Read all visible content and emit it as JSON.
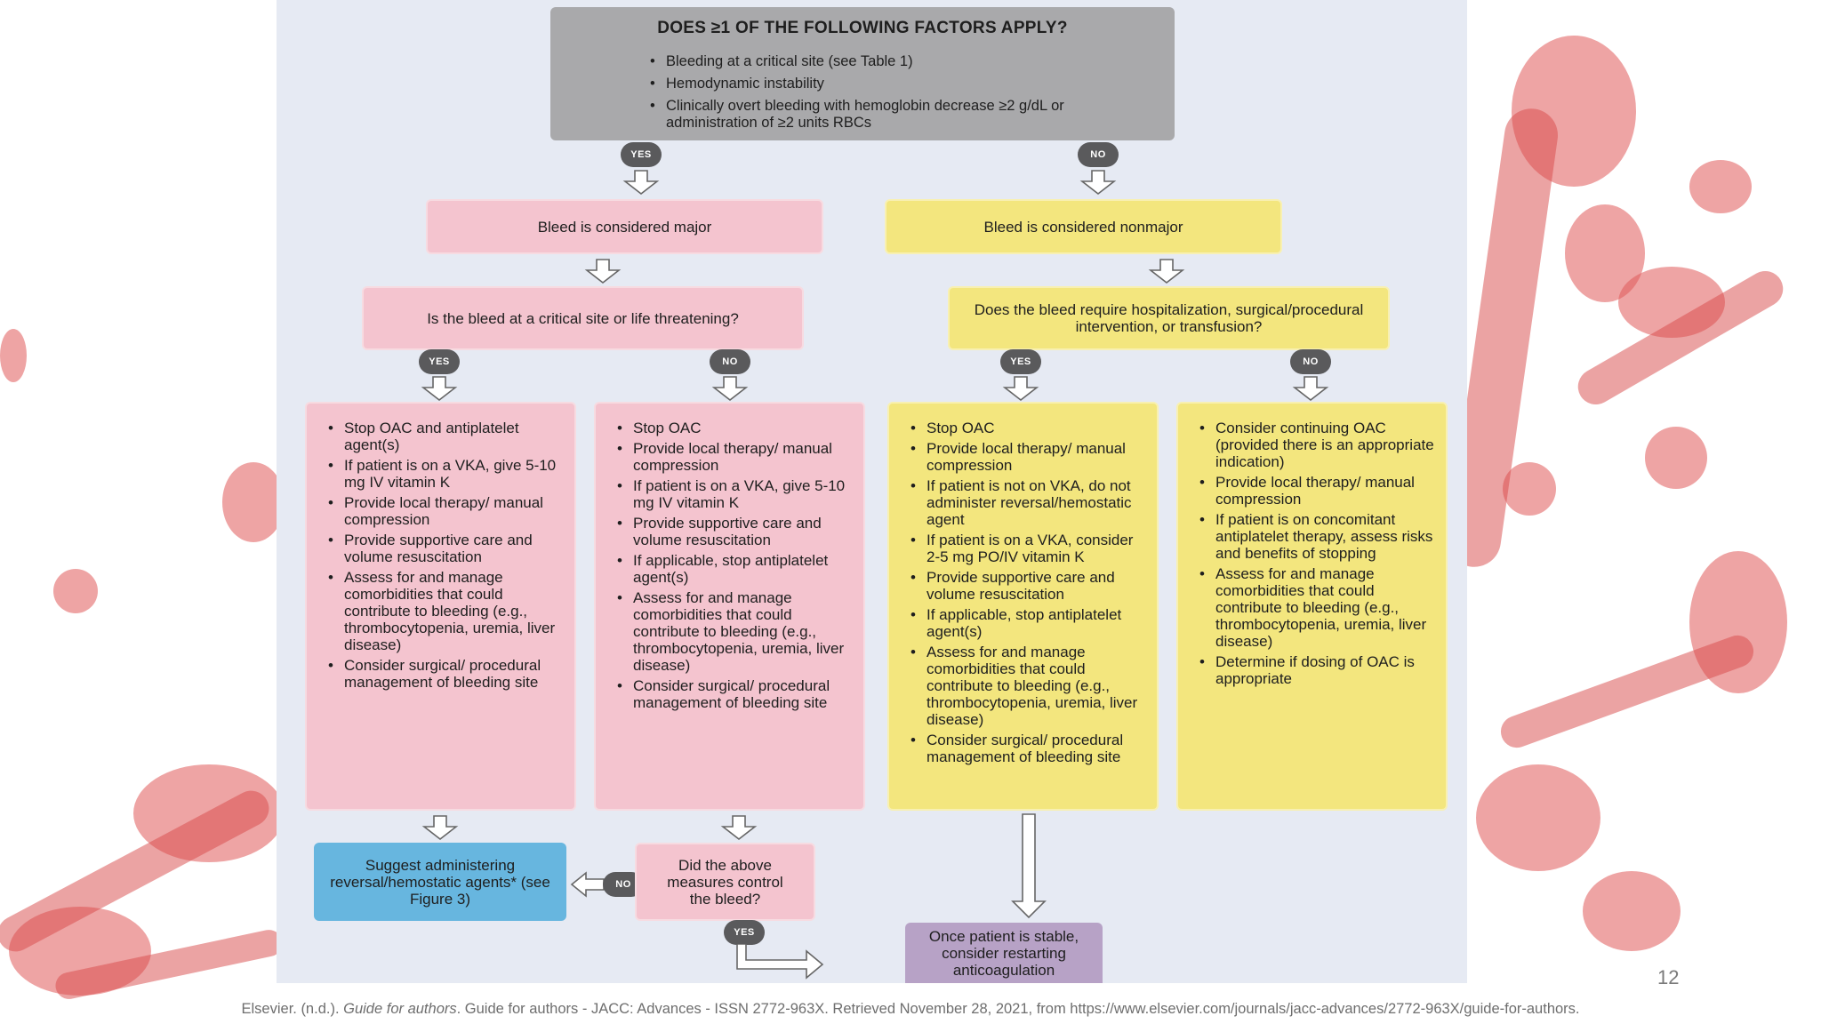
{
  "top": {
    "title": "DOES ≥1 OF THE FOLLOWING FACTORS APPLY?",
    "items": [
      "Bleeding at a critical site (see Table 1)",
      "Hemodynamic instability",
      "Clinically overt bleeding with hemoglobin decrease ≥2 g/dL or administration of ≥2 units RBCs"
    ]
  },
  "pills": {
    "yes": "YES",
    "no": "NO"
  },
  "major": {
    "label": "Bleed is considered major",
    "question": "Is the bleed at a critical site or life threatening?"
  },
  "nonmajor": {
    "label": "Bleed is considered nonmajor",
    "question": "Does the bleed require hospitalization, surgical/procedural intervention, or transfusion?"
  },
  "columns": [
    [
      "Stop OAC and antiplatelet agent(s)",
      "If patient is on a VKA, give 5-10 mg IV vitamin K",
      "Provide local therapy/ manual compression",
      "Provide supportive care and volume resuscitation",
      "Assess for and manage comorbidities that could contribute to bleeding (e.g., thrombocytopenia, uremia, liver disease)",
      "Consider surgical/ procedural management of bleeding site"
    ],
    [
      "Stop OAC",
      "Provide local therapy/ manual compression",
      "If patient is on a VKA, give 5-10 mg IV vitamin K",
      "Provide supportive care and volume resuscitation",
      "If applicable, stop antiplatelet agent(s)",
      "Assess for and manage comorbidities that could contribute to bleeding (e.g., thrombocytopenia, uremia, liver disease)",
      "Consider surgical/ procedural management of bleeding site"
    ],
    [
      "Stop OAC",
      "Provide local therapy/ manual compression",
      "If patient is not on VKA, do not administer reversal/hemostatic agent",
      "If patient is on a VKA, consider 2-5 mg PO/IV vitamin K",
      "Provide supportive care and volume resuscitation",
      "If applicable, stop antiplatelet agent(s)",
      "Assess for and manage comorbidities that could contribute to bleeding (e.g., thrombocytopenia, uremia, liver disease)",
      "Consider surgical/ procedural management of bleeding site"
    ],
    [
      "Consider continuing OAC (provided there is an appropriate indication)",
      "Provide local therapy/ manual compression",
      "If patient is on concomitant antiplatelet therapy, assess risks and benefits of stopping",
      "Assess for and manage comorbidities that could contribute to bleeding (e.g., thrombocytopenia, uremia, liver disease)",
      "Determine if dosing of OAC is appropriate"
    ]
  ],
  "bottom": {
    "reversal": "Suggest administering reversal/hemostatic agents* (see Figure 3)",
    "control_question": "Did the above measures control the bleed?",
    "restart": "Once patient is stable, consider restarting anticoagulation"
  },
  "footer": {
    "prefix": "Elsevier. (n.d.). ",
    "italic": "Guide for authors",
    "suffix": ". Guide for authors - JACC: Advances - ISSN 2772-963X. Retrieved November 28, 2021, from https://www.elsevier.com/journals/jacc-advances/2772-963X/guide-for-authors."
  },
  "page_number": "12",
  "colors": {
    "grey": "#a9a9ab",
    "pink": "#f4c4cf",
    "yellow": "#f3e67e",
    "blue": "#67b6df",
    "purple": "#b7a2c6",
    "pill": "#5a5a5c",
    "splatter": "#e05a5a"
  }
}
